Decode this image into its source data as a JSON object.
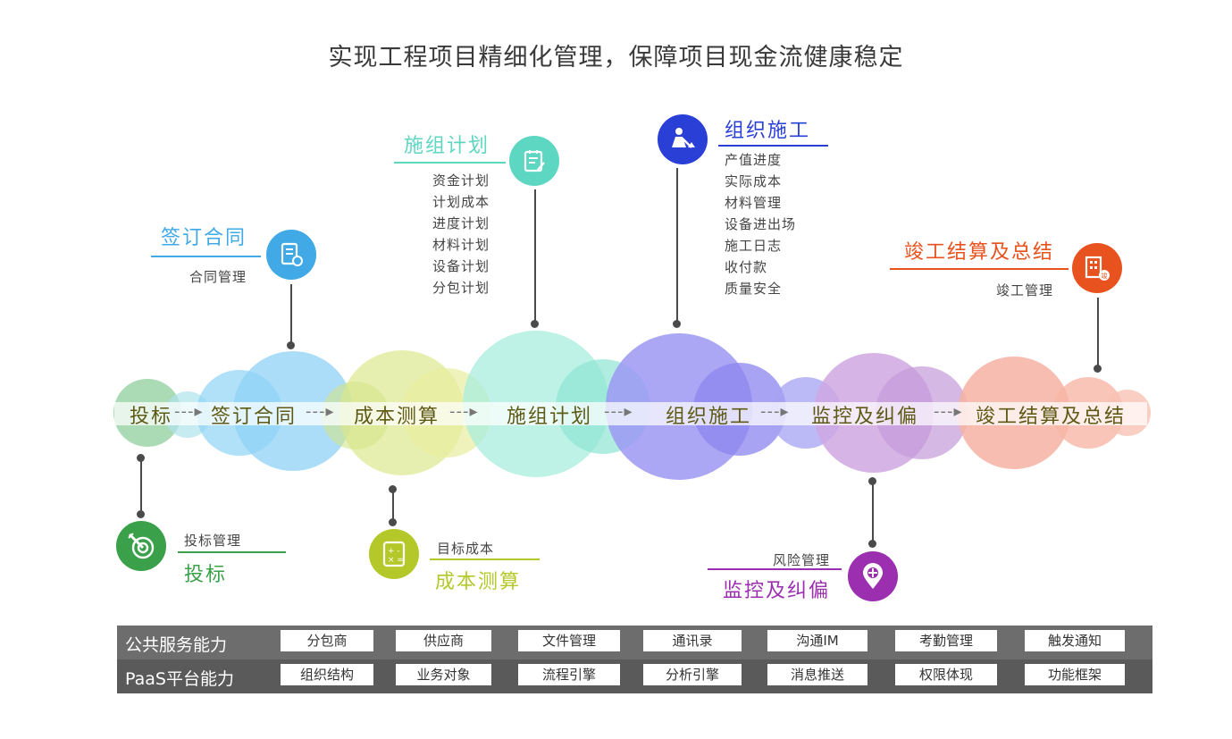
{
  "title": "实现工程项目精细化管理，保障项目现金流健康稳定",
  "flow": {
    "steps": [
      "投标",
      "签订合同",
      "成本测算",
      "施组计划",
      "组织施工",
      "监控及纠偏",
      "竣工结算及总结"
    ],
    "connector": "---▸"
  },
  "modules": {
    "bid": {
      "heading": "投标",
      "sub": "投标管理",
      "color": "#3aa04a",
      "icon": "target-icon"
    },
    "contract": {
      "heading": "签订合同",
      "sub": "合同管理",
      "color": "#40a9e6",
      "icon": "contract-doc-icon"
    },
    "cost": {
      "heading": "成本测算",
      "sub": "目标成本",
      "color": "#b4c82a",
      "icon": "calculator-icon"
    },
    "plan": {
      "heading": "施组计划",
      "items": [
        "资金计划",
        "计划成本",
        "进度计划",
        "材料计划",
        "设备计划",
        "分包计划"
      ],
      "color": "#5dd6c2",
      "icon": "clipboard-edit-icon"
    },
    "build": {
      "heading": "组织施工",
      "items": [
        "产值进度",
        "实际成本",
        "材料管理",
        "设备进出场",
        "施工日志",
        "收付款",
        "质量安全"
      ],
      "color": "#2a3fd6",
      "icon": "construction-worker-icon"
    },
    "monitor": {
      "heading": "监控及纠偏",
      "sub": "风险管理",
      "color": "#9b2fb0",
      "icon": "location-pin-icon"
    },
    "complete": {
      "heading": "竣工结算及总结",
      "sub": "竣工管理",
      "color": "#e8521e",
      "icon": "building-icon",
      "badge": "竣"
    }
  },
  "platform": {
    "public": {
      "label": "公共服务能力",
      "items": [
        "分包商",
        "供应商",
        "文件管理",
        "通讯录",
        "沟通IM",
        "考勤管理",
        "触发通知"
      ]
    },
    "paas": {
      "label": "PaaS平台能力",
      "items": [
        "组织结构",
        "业务对象",
        "流程引擎",
        "分析引擎",
        "消息推送",
        "权限体现",
        "功能框架"
      ]
    }
  }
}
